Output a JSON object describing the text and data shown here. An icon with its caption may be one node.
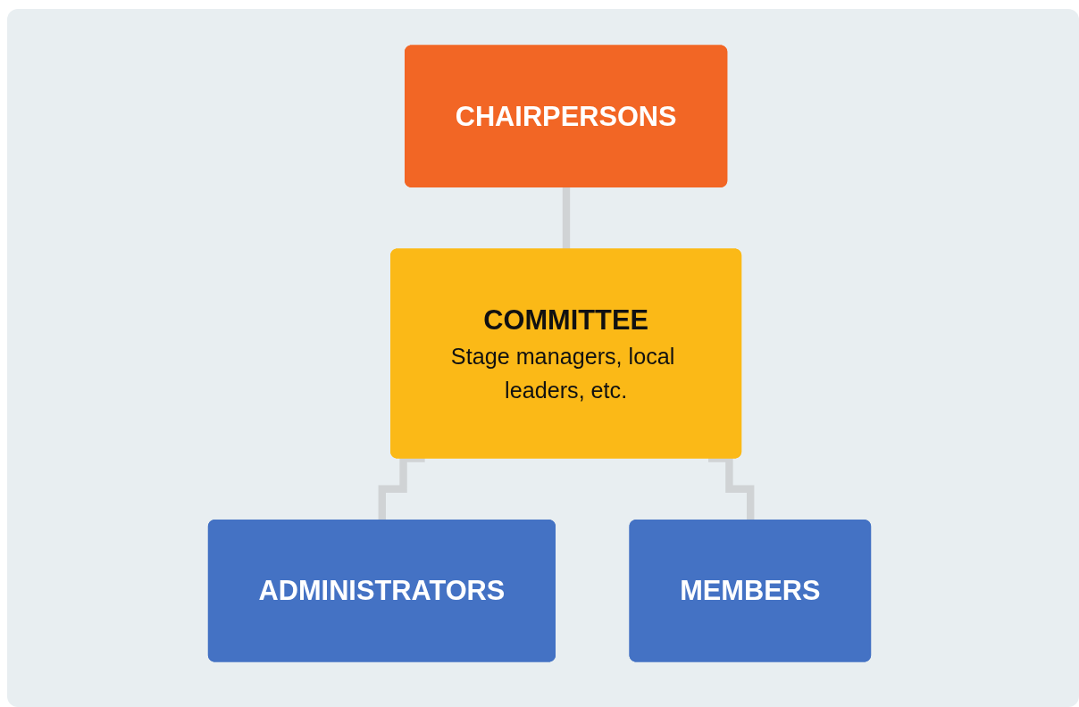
{
  "diagram": {
    "nodes": [
      {
        "text": [
          "CHAIRPERSONS"
        ]
      },
      {
        "text": [
          "COMMITTEE",
          "Stage managers, local leaders, etc."
        ]
      },
      {
        "text": [
          "ADMINISTRATORS"
        ]
      },
      {
        "text": [
          "MEMBERS"
        ]
      }
    ],
    "edges": [
      {
        "from": 0,
        "to": 1,
        "arrow": "none"
      },
      {
        "from": 1,
        "to": 2,
        "arrow": "none"
      },
      {
        "from": 1,
        "to": 3,
        "arrow": "none"
      }
    ]
  }
}
